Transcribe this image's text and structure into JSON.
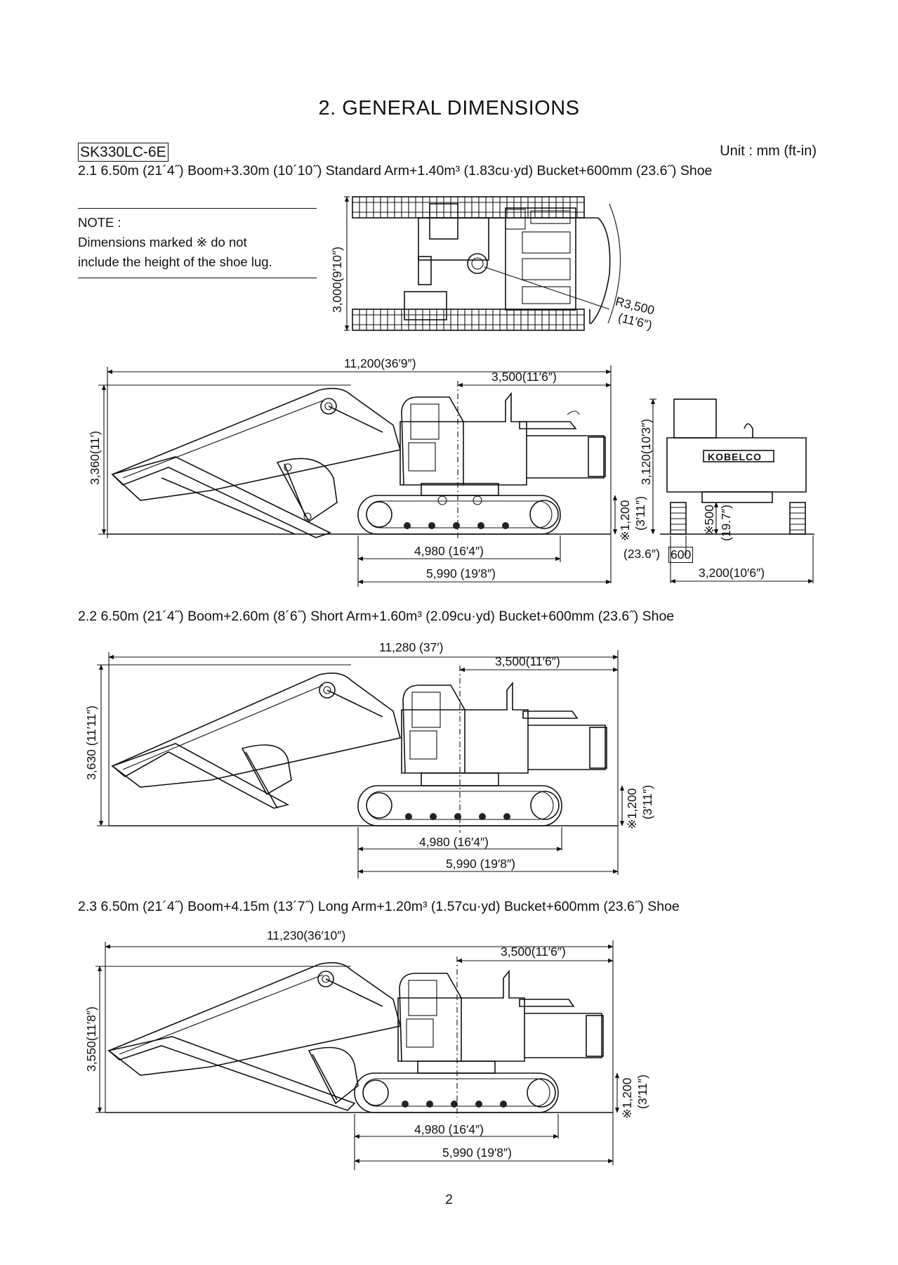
{
  "page": {
    "title": "2.  GENERAL DIMENSIONS",
    "model_code": "SK330LC-6E",
    "unit_label": "Unit : mm (ft-in)",
    "page_number": "2"
  },
  "note": {
    "heading": "NOTE :",
    "line1": "Dimensions marked  ※  do not",
    "line2": "include the height of the shoe lug."
  },
  "sections": [
    {
      "caption": "2.1  6.50m (21´4˝) Boom+3.30m (10´10˝) Standard Arm+1.40m³ (1.83cu·yd) Bucket+600mm (23.6˝) Shoe",
      "overall_length": "11,200(36′9″)",
      "rear_radius_length": "3,500(11′6″)",
      "height": "3,360(11′)",
      "track_length": "4,980 (16′4″)",
      "crawler_length": "5,990 (19′8″)",
      "track_height": "※1,200",
      "track_height_ft": "(3′11″)",
      "top_width": "3,000(9′10″)",
      "swing_radius": "R3,500",
      "swing_radius_ft": "(11′6″)",
      "cab_height": "3,120(10′3″)",
      "shoe_width": "600",
      "shoe_width_in": "(23.6″)",
      "ground_clearance": "※500",
      "ground_clearance_in": "(19.7″)",
      "overall_width": "3,200(10′6″)",
      "brand_label": "KOBELCO"
    },
    {
      "caption": "2.2  6.50m (21´4˝) Boom+2.60m (8´6˝) Short Arm+1.60m³ (2.09cu·yd) Bucket+600mm (23.6˝) Shoe",
      "overall_length": "11,280 (37′)",
      "rear_radius_length": "3,500(11′6″)",
      "height": "3,630 (11′11″)",
      "track_length": "4,980 (16′4″)",
      "crawler_length": "5,990 (19′8″)",
      "track_height": "※1,200",
      "track_height_ft": "(3′11″)"
    },
    {
      "caption": "2.3  6.50m (21´4˝) Boom+4.15m (13´7˝) Long Arm+1.20m³ (1.57cu·yd) Bucket+600mm (23.6˝) Shoe",
      "overall_length": "11,230(36′10″)",
      "rear_radius_length": "3,500(11′6″)",
      "height": "3,550(11′8″)",
      "track_length": "4,980 (16′4″)",
      "crawler_length": "5,990 (19′8″)",
      "track_height": "※1,200",
      "track_height_ft": "(3′11″)"
    }
  ]
}
